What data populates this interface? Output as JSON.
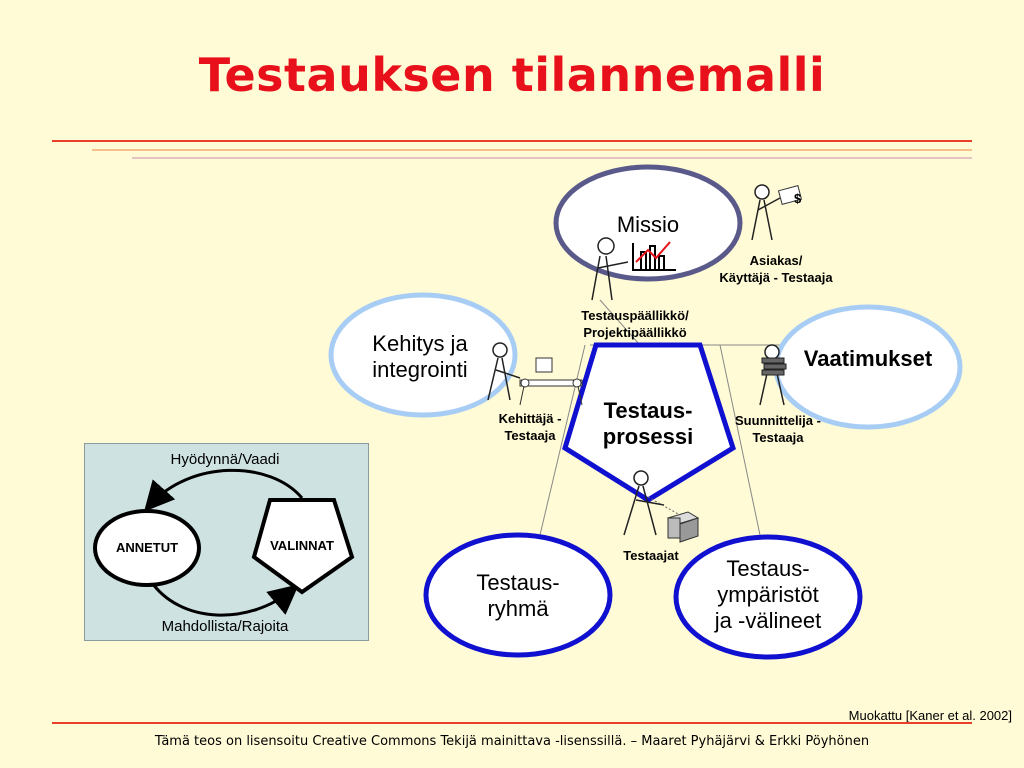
{
  "title": "Testauksen tilannemalli",
  "colors": {
    "background": "#fffbd6",
    "title": "#e8101a",
    "rule_red": "#e8402a",
    "rule_orange": "#f5c08a",
    "rule_pink": "#e6c4c4",
    "ring_blue": "#1010d0",
    "ring_light_blue": "#a8cdf5",
    "ring_purple": "#5a5a8a",
    "inset_bg": "#cfe2e2"
  },
  "diagram": {
    "center": {
      "line1": "Testaus-",
      "line2": "prosessi"
    },
    "missio": {
      "label": "Missio"
    },
    "kehitys": {
      "line1": "Kehitys ja",
      "line2": "integrointi"
    },
    "vaatimukset": {
      "label": "Vaatimukset"
    },
    "ryhma": {
      "line1": "Testaus-",
      "line2": "ryhmä"
    },
    "ymparistot": {
      "line1": "Testaus-",
      "line2": "ympäristöt",
      "line3": "ja -välineet"
    },
    "roles": {
      "asiakas": {
        "line1": "Asiakas/",
        "line2": "Käyttäjä - Testaaja"
      },
      "paallikko": {
        "line1": "Testauspäällikkö/",
        "line2": "Projektipäällikkö"
      },
      "kehittaja": {
        "line1": "Kehittäjä -",
        "line2": "Testaaja"
      },
      "suunnittelija": {
        "line1": "Suunnittelija -",
        "line2": "Testaaja"
      },
      "testaajat": {
        "label": "Testaajat"
      }
    },
    "icons": [
      "person-figure-icon",
      "chart-icon",
      "money-icon",
      "books-icon",
      "machine-icon",
      "box-icon"
    ]
  },
  "inset": {
    "top_label": "Hyödynnä/Vaadi",
    "bottom_label": "Mahdollista/Rajoita",
    "left_node": "ANNETUT",
    "right_node": "VALINNAT"
  },
  "credit": "Muokattu [Kaner et al. 2002]",
  "footer": "Tämä teos on lisensoitu Creative Commons Tekijä mainittava -lisenssillä. – Maaret Pyhäjärvi & Erkki Pöyhönen"
}
